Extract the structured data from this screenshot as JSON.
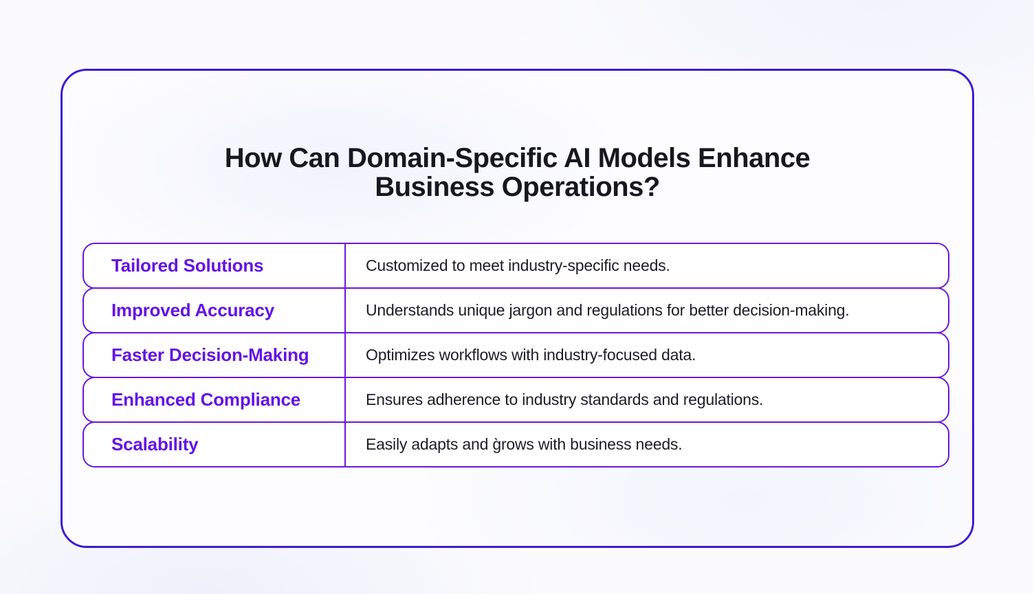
{
  "title": "How Can Domain-Specific AI Models Enhance Business Operations?",
  "rows": [
    {
      "label": "Tailored Solutions",
      "description": "Customized to meet industry-specific needs."
    },
    {
      "label": "Improved Accuracy",
      "description": "Understands unique jargon and regulations for better decision-making."
    },
    {
      "label": "Faster Decision-Making",
      "description": "Optimizes workflows with industry-focused data."
    },
    {
      "label": "Enhanced Compliance",
      "description": "Ensures adherence to industry standards and regulations."
    },
    {
      "label": "Scalability",
      "description": "Easily adapts and g̀rows with business needs."
    }
  ],
  "colors": {
    "card_border": "#3a1dd3",
    "row_border": "#6a18dd",
    "label_text": "#6412e6",
    "title_text": "#17171f",
    "body_text": "#1d1d26",
    "page_bg": "#fbfbfe",
    "card_bg": "#fdfdff"
  }
}
